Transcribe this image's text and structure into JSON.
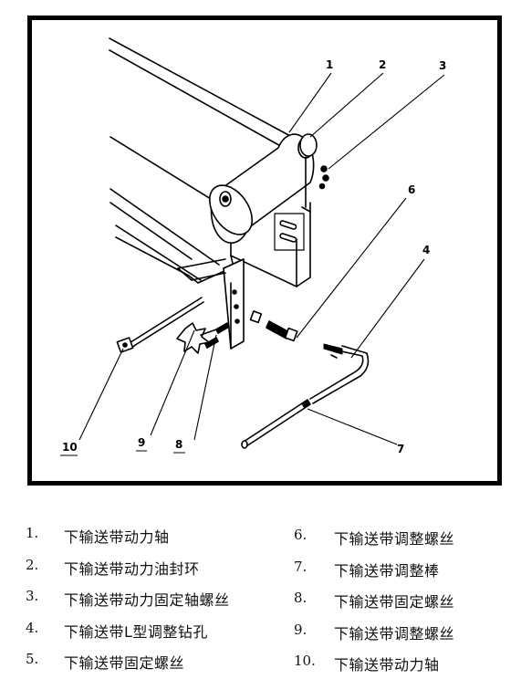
{
  "callouts": {
    "c1": "1",
    "c2": "2",
    "c3": "3",
    "c4": "4",
    "c6": "6",
    "c7": "7",
    "c8": "8",
    "c9": "9",
    "c10": "10"
  },
  "legend": {
    "left": [
      {
        "num": "1.",
        "text": "下输送带动力轴"
      },
      {
        "num": "2.",
        "text": "下输送带动力油封环"
      },
      {
        "num": "3.",
        "text": "下输送带动力固定轴螺丝"
      },
      {
        "num": "4.",
        "text": "下输送带L型调整钻孔"
      },
      {
        "num": "5.",
        "text": "下输送带固定螺丝"
      }
    ],
    "right": [
      {
        "num": "6.",
        "text": "下输送带调整螺丝"
      },
      {
        "num": "7.",
        "text": "下输送带调整棒"
      },
      {
        "num": "8.",
        "text": "下输送带固定螺丝"
      },
      {
        "num": "9.",
        "text": "下输送带调整螺丝"
      },
      {
        "num": "10.",
        "text": "下输送带动力轴"
      }
    ]
  },
  "colors": {
    "ink": "#000000",
    "paper": "#ffffff"
  }
}
